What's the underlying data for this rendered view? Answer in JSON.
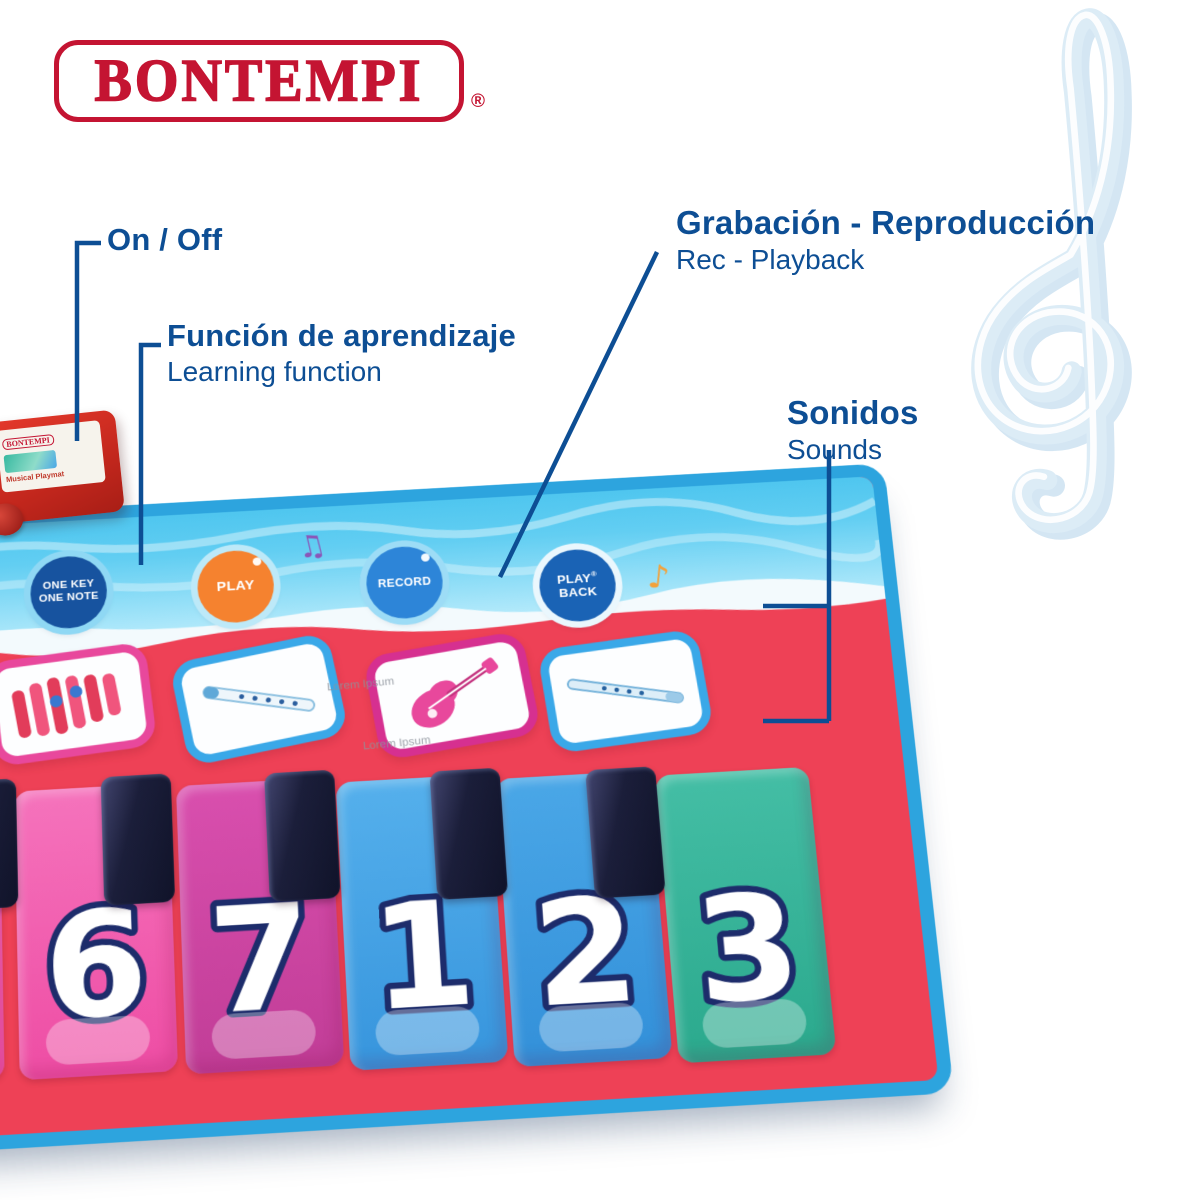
{
  "brand": {
    "logo_text": "BONTEMPI",
    "registered_mark": "®"
  },
  "annotations": {
    "on_off": {
      "title": "On / Off"
    },
    "learning": {
      "title": "Función de aprendizaje",
      "subtitle": "Learning function"
    },
    "recording": {
      "title": "Grabación - Reproducción",
      "subtitle": "Rec - Playback"
    },
    "sounds": {
      "title": "Sonidos",
      "subtitle": "Sounds"
    }
  },
  "colors": {
    "annotation": "#0d4e94",
    "logo_red": "#c41432",
    "mat_edge": "#2da4de",
    "band_cyan": "#62cef2",
    "band_red": "#ee4156"
  },
  "mat": {
    "control_buttons": [
      {
        "id": "one-key-one-note",
        "line1": "ONE KEY",
        "line2": "ONE NOTE",
        "color": "#17539f",
        "ring": "#8fd8f4"
      },
      {
        "id": "play",
        "line1": "PLAY",
        "line2": "",
        "color": "#f5822f",
        "ring": "#bde9f8"
      },
      {
        "id": "record",
        "line1": "RECORD",
        "line2": "",
        "color": "#2d85d8",
        "ring": "#9ddcf6"
      },
      {
        "id": "play-back",
        "line1": "PLAY",
        "line2": "BACK",
        "color": "#1a63b5",
        "ring": "#eaf7fd"
      }
    ],
    "playback_registered": "®",
    "music_notes": {
      "purple": "♫",
      "orange": "♪"
    },
    "instruments": [
      {
        "id": "xylophone",
        "border": "#e8489c"
      },
      {
        "id": "recorder",
        "border": "#3aa8e8"
      },
      {
        "id": "guitar",
        "border": "#d63090"
      },
      {
        "id": "flute",
        "border": "#3aa8e8"
      }
    ],
    "keys": [
      {
        "number": "",
        "top": "#f468b5",
        "bottom": "#ee51a7"
      },
      {
        "number": "6",
        "top": "#f573bc",
        "bottom": "#ee4da4"
      },
      {
        "number": "7",
        "top": "#d94fae",
        "bottom": "#c13d97"
      },
      {
        "number": "1",
        "top": "#55b0ec",
        "bottom": "#3795dd"
      },
      {
        "number": "2",
        "top": "#4aa7e7",
        "bottom": "#3390d9"
      },
      {
        "number": "3",
        "top": "#44bea5",
        "bottom": "#2ba98d"
      }
    ],
    "watermarks": [
      "Lorem Ipsum",
      "Lorem Ipsum"
    ],
    "device": {
      "brand": "BONTEMPI",
      "label": "Musical Playmat"
    }
  }
}
